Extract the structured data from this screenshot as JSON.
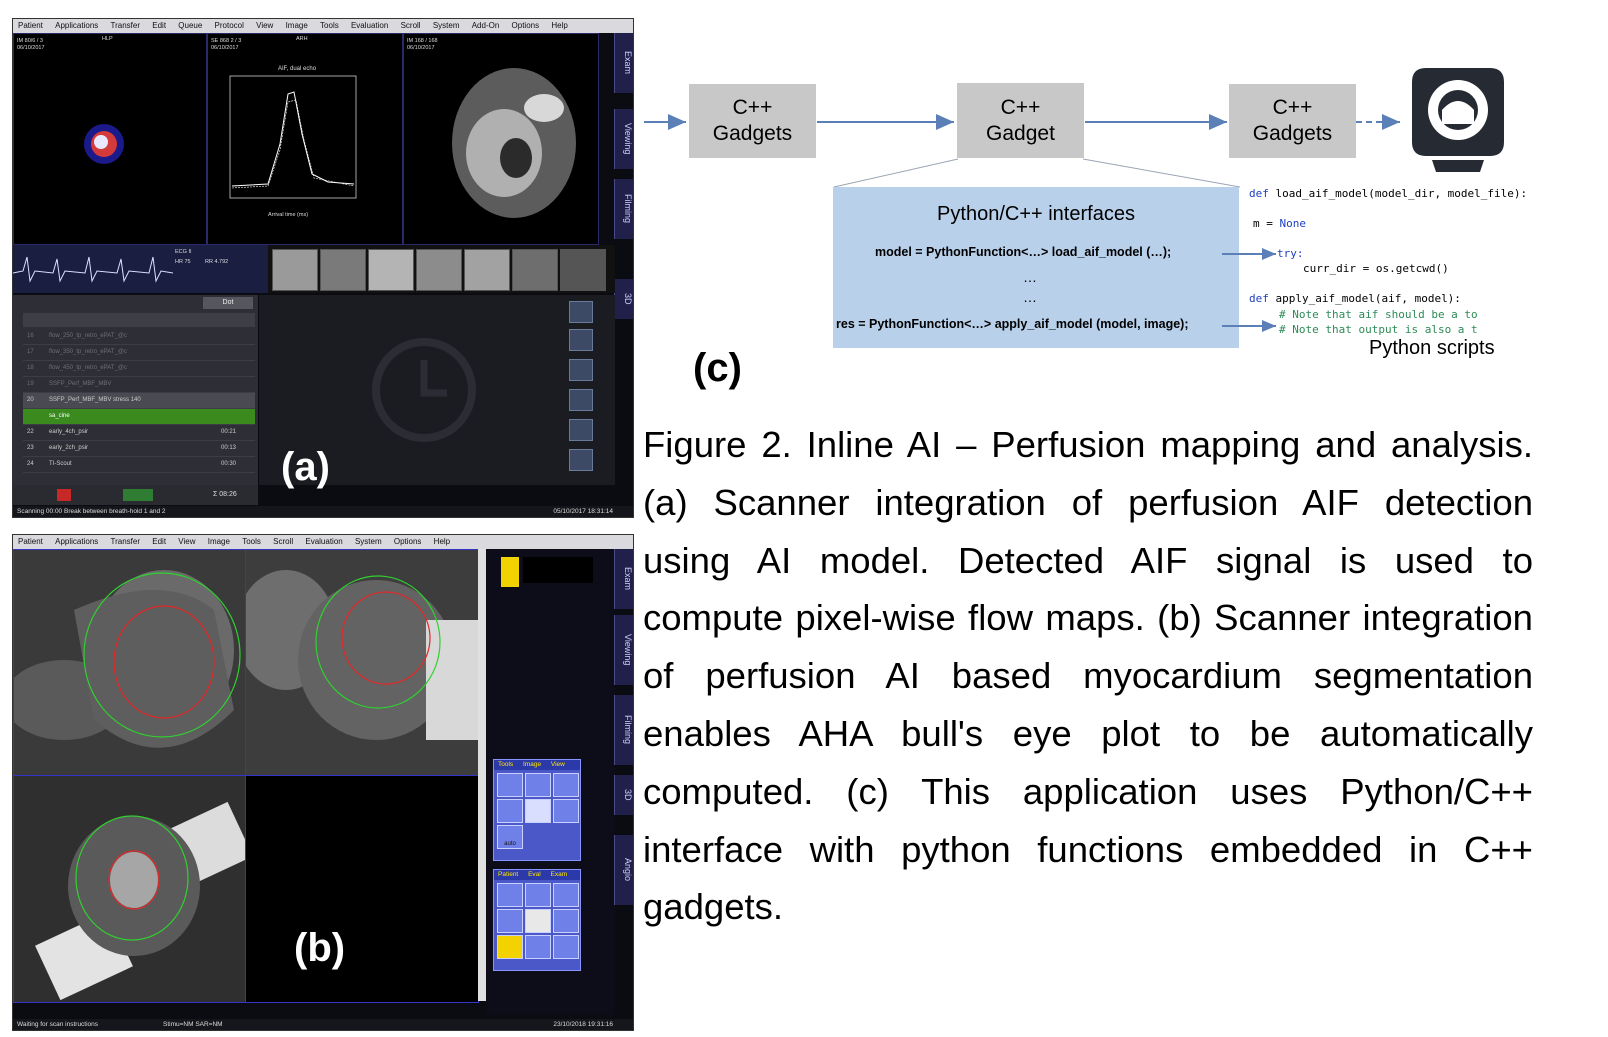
{
  "panel_a": {
    "label": "(a)",
    "menu": [
      "Patient",
      "Applications",
      "Transfer",
      "Edit",
      "Queue",
      "Protocol",
      "View",
      "Image",
      "Tools",
      "Evaluation",
      "Scroll",
      "System",
      "Add-On",
      "Options",
      "Help"
    ],
    "side_tabs": [
      "Exam",
      "Viewing",
      "Filming",
      "3D"
    ],
    "viewport_headers": [
      "HLP",
      "ARH"
    ],
    "viewport_dates": [
      "06/10/2017",
      "06/10/2017",
      "06/10/2017"
    ],
    "viewport_counts": [
      "IM 80/6 / 3",
      "SE 868 2 / 3",
      "IM 168 / 168"
    ],
    "plot_title": "AIF, dual echo",
    "plot_xlabel": "Arrival time (ms)",
    "ecg_label": "ECG II",
    "ecg_hr": "HR 75",
    "ecg_rr": "RR 4.792",
    "queue_button": "Dot",
    "queue_rows": [
      {
        "num": "16",
        "name": "flow_250_tp_retro_ePAT_@c",
        "time": "",
        "state": "dim"
      },
      {
        "num": "17",
        "name": "flow_350_tp_retro_ePAT_@c",
        "time": "",
        "state": "dim"
      },
      {
        "num": "18",
        "name": "flow_450_tp_retro_ePAT_@c",
        "time": "",
        "state": "dim"
      },
      {
        "num": "19",
        "name": "SSFP_Perf_MBF_MBV",
        "time": "",
        "state": "dim"
      },
      {
        "num": "20",
        "name": "SSFP_Perf_MBF_MBV stress 140",
        "time": "",
        "state": "sel"
      },
      {
        "num": "",
        "name": "sa_cine",
        "time": "",
        "state": "active"
      },
      {
        "num": "22",
        "name": "early_4ch_psir",
        "time": "00:21",
        "state": ""
      },
      {
        "num": "23",
        "name": "early_2ch_psir",
        "time": "00:13",
        "state": ""
      },
      {
        "num": "24",
        "name": "TI-Scout",
        "time": "00:30",
        "state": ""
      }
    ],
    "queue_total": "Σ 08:26",
    "status_left": "Scanning 00:00 Break between breath-hold 1 and 2",
    "status_right": "05/10/2017 18:31:14"
  },
  "panel_b": {
    "label": "(b)",
    "menu": [
      "Patient",
      "Applications",
      "Transfer",
      "Edit",
      "View",
      "Image",
      "Tools",
      "Scroll",
      "Evaluation",
      "System",
      "Options",
      "Help"
    ],
    "side_tabs": [
      "Exam",
      "Viewing",
      "Filming",
      "3D",
      "Angio"
    ],
    "tool_tabs_top": [
      "Tools",
      "Image",
      "View"
    ],
    "tool_tabs_bottom": [
      "Patient",
      "Eval",
      "Exam"
    ],
    "auto_label": "auto",
    "status_left": "Waiting for scan instructions",
    "status_mid": "Stimu=NM SAR=NM",
    "status_right": "23/10/2018 19:31:16"
  },
  "panel_c": {
    "label": "(c)",
    "gadgets": [
      {
        "line1": "C++",
        "line2": "Gadgets"
      },
      {
        "line1": "C++",
        "line2": "Gadget"
      },
      {
        "line1": "C++",
        "line2": "Gadgets"
      }
    ],
    "interface_title": "Python/C++ interfaces",
    "interface_line1": "model = PythonFunction<…> load_aif_model (…);",
    "ellipsis": "…",
    "interface_line2": "res = PythonFunction<…> apply_aif_model (model, image);",
    "code_def1": "def",
    "code_sig1": "load_aif_model(model_dir, model_file):",
    "code_none_lhs": "m = ",
    "code_none": "None",
    "code_try": "try:",
    "code_cwd_lhs": "curr_dir = ",
    "code_cwd": "os.getcwd()",
    "code_def2": "def",
    "code_sig2": "apply_aif_model(aif, model):",
    "code_c1": "# Note that aif should be a to",
    "code_c2": "# Note that output is also a t",
    "scripts_label": "Python scripts"
  },
  "caption": "Figure 2. Inline AI – Perfusion mapping and analysis. (a) Scanner integration of perfusion AIF detection using AI model. Detected AIF signal is used to compute pixel-wise flow maps. (b) Scanner integration of perfusion AI based myocardium segmentation enables AHA bull's eye plot to be automatically computed. (c) This application uses Python/C++ interface with python functions embedded in C++ gadgets."
}
